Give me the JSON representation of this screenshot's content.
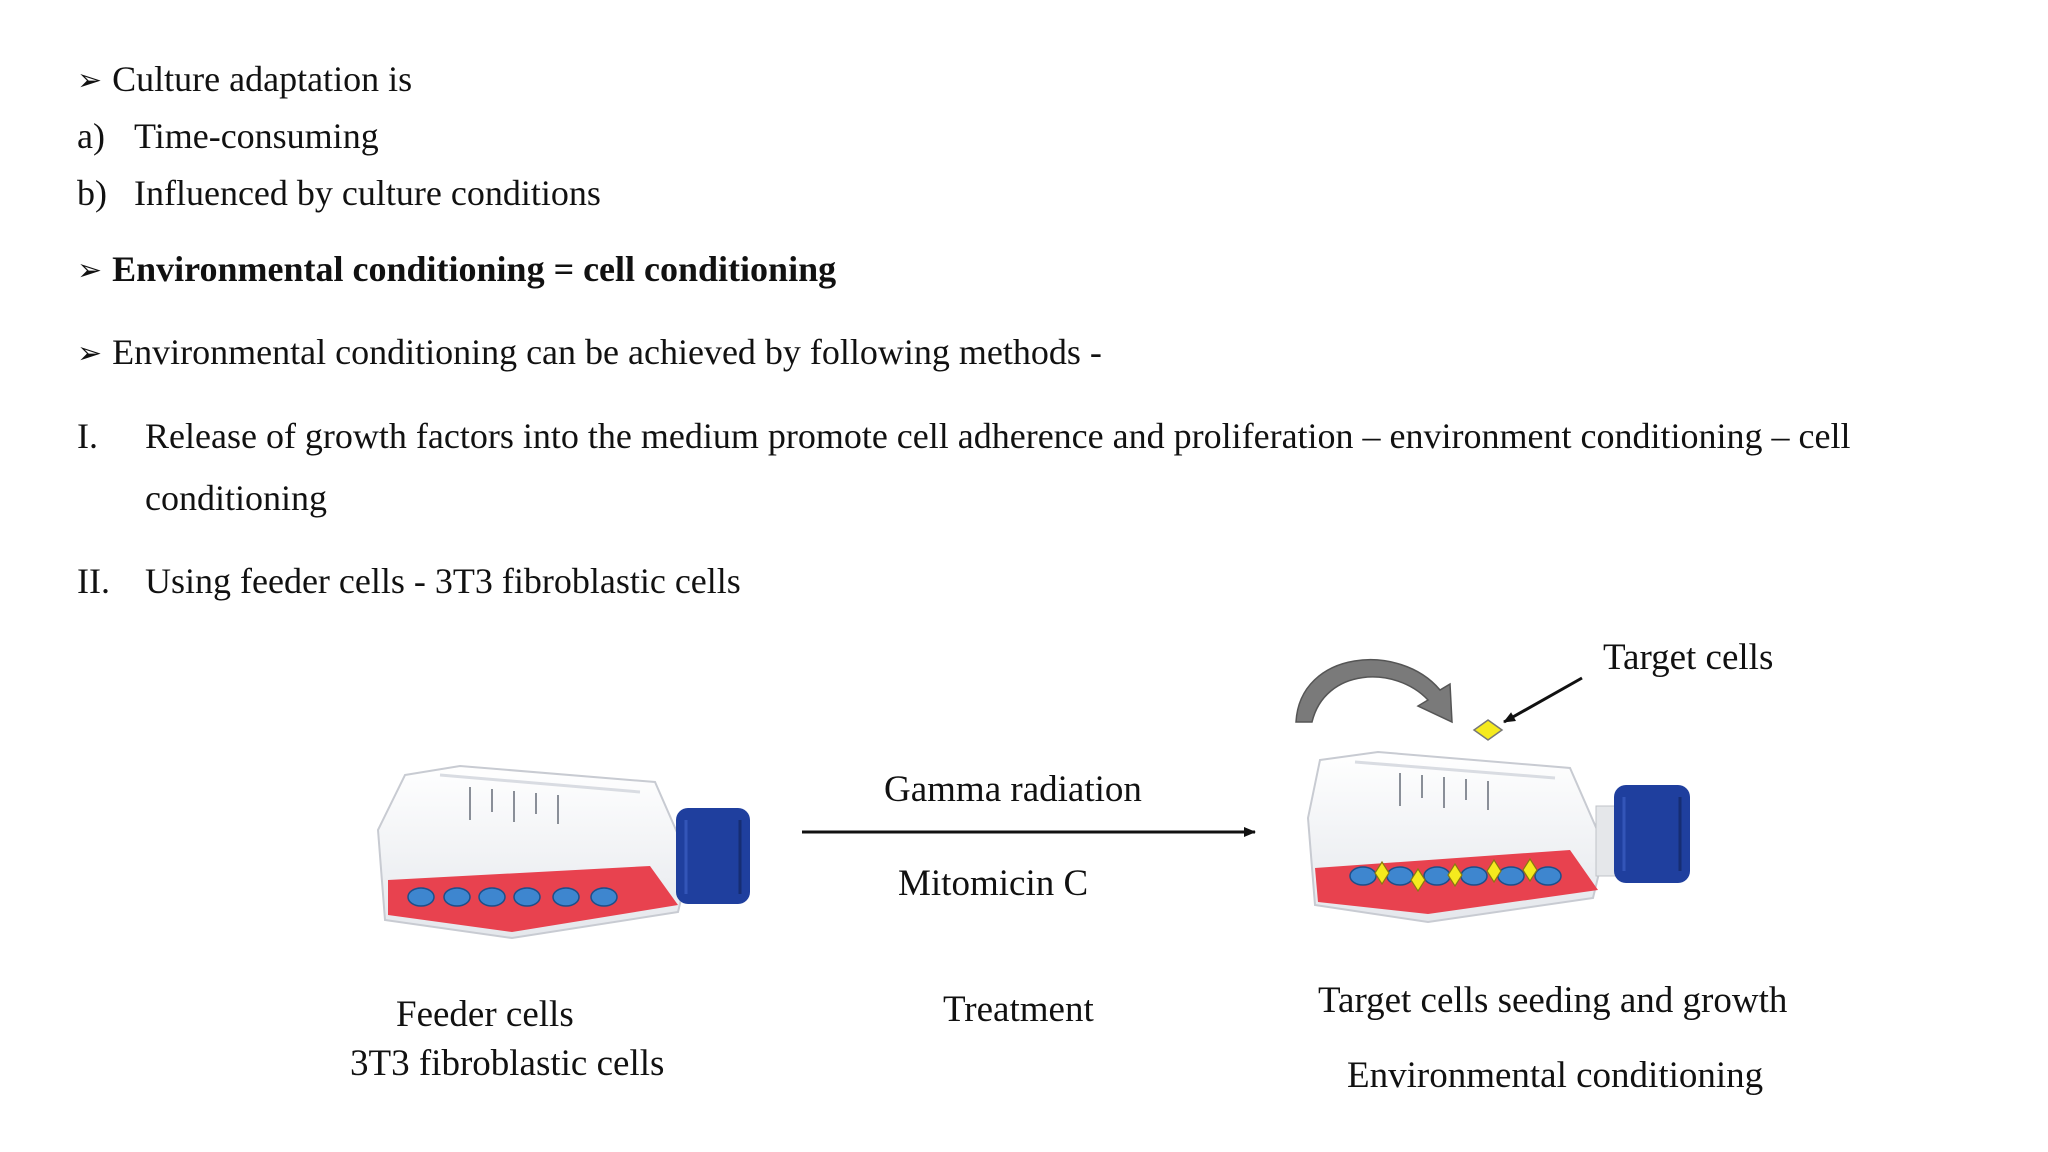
{
  "bullets": {
    "culture_adaptation": "Culture adaptation is",
    "items": [
      {
        "marker": "a)",
        "text": "Time-consuming"
      },
      {
        "marker": "b)",
        "text": "Influenced by culture conditions"
      }
    ],
    "bold_heading": "Environmental conditioning = cell conditioning",
    "methods_intro": "Environmental conditioning can be achieved by following methods -",
    "methods": [
      {
        "marker": "I.",
        "text": "Release of growth factors into the medium promote cell adherence and proliferation – environment conditioning – cell",
        "continuation": "conditioning"
      },
      {
        "marker": "II.",
        "text": "Using feeder cells - 3T3 fibroblastic cells"
      }
    ]
  },
  "diagram": {
    "feeder_label": "Feeder cells",
    "feeder_sublabel": "3T3 fibroblastic cells",
    "arrow_top_label": "Gamma radiation",
    "arrow_bottom_label": "Mitomicin C",
    "treatment_label": "Treatment",
    "target_cells_label": "Target cells",
    "result_label": "Target cells seeding and growth",
    "result_sublabel": "Environmental conditioning",
    "colors": {
      "medium": "#e8424f",
      "cell_fill": "#3e86cf",
      "target_fill": "#f5ea1e",
      "cap": "#1f3f9e",
      "curved_arrow": "#7a7a7a"
    }
  }
}
